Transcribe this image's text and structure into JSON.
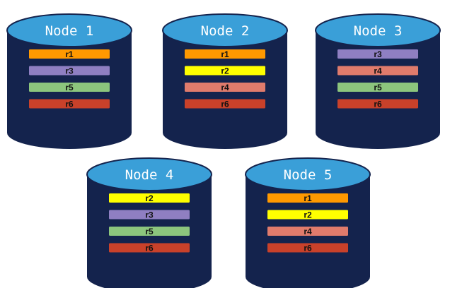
{
  "colors": {
    "cylinder_body": "#14234d",
    "cylinder_top": "#3a9fd8",
    "r1": "#ff9900",
    "r2": "#ffff00",
    "r3": "#8f7fc2",
    "r4": "#e07b6c",
    "r5": "#8cc57d",
    "r6": "#c9412a"
  },
  "nodes": [
    {
      "title": "Node 1",
      "replicas": [
        "r1",
        "r3",
        "r5",
        "r6"
      ]
    },
    {
      "title": "Node 2",
      "replicas": [
        "r1",
        "r2",
        "r4",
        "r6"
      ]
    },
    {
      "title": "Node 3",
      "replicas": [
        "r3",
        "r4",
        "r5",
        "r6"
      ]
    },
    {
      "title": "Node 4",
      "replicas": [
        "r2",
        "r3",
        "r5",
        "r6"
      ]
    },
    {
      "title": "Node 5",
      "replicas": [
        "r1",
        "r2",
        "r4",
        "r6"
      ]
    }
  ]
}
